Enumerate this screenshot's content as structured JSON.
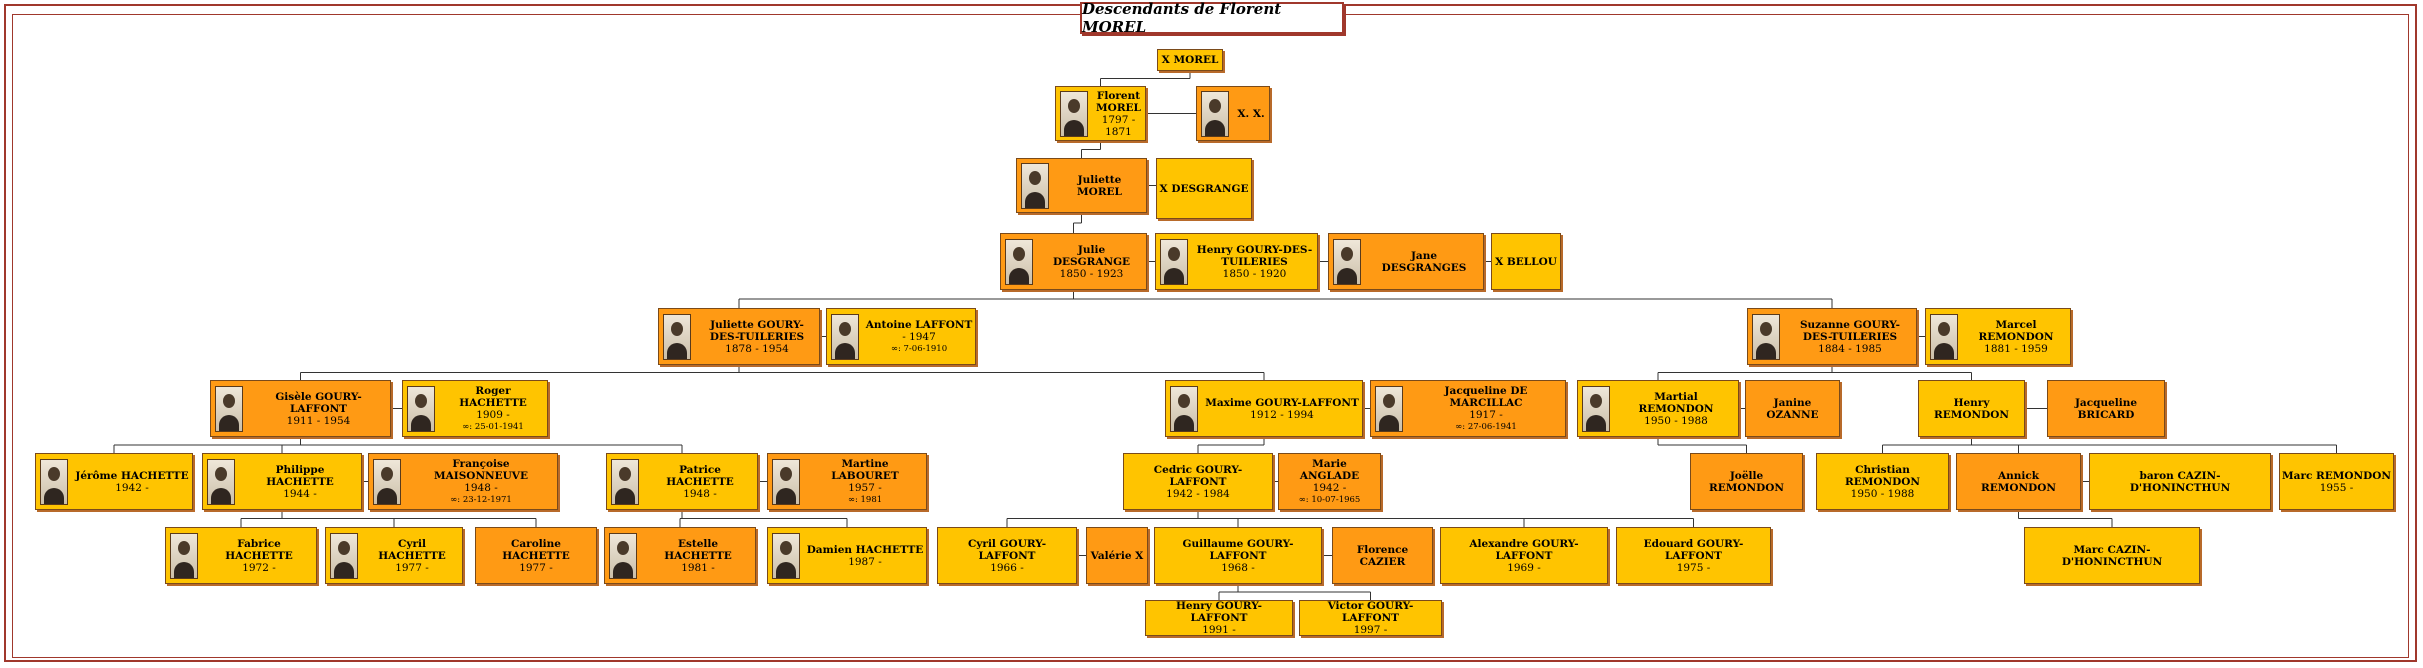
{
  "title": "Descendants de Florent MOREL",
  "colors": {
    "frame": "#a0382c",
    "yellow": "#ffc400",
    "orange": "#ff9a14",
    "line": "#333333"
  },
  "people": [
    {
      "id": "xmorel",
      "name": "X MOREL",
      "dates": "",
      "married": "",
      "photo": false,
      "color": "yellow"
    },
    {
      "id": "florent",
      "name": "Florent MOREL",
      "dates": "1797 - 1871",
      "married": "",
      "photo": true,
      "color": "yellow"
    },
    {
      "id": "xx",
      "name": "X. X.",
      "dates": "",
      "married": "",
      "photo": true,
      "color": "orange"
    },
    {
      "id": "juliette_morel",
      "name": "Juliette MOREL",
      "dates": "",
      "married": "",
      "photo": true,
      "color": "orange"
    },
    {
      "id": "x_desgrange",
      "name": "X DESGRANGE",
      "dates": "",
      "married": "",
      "photo": false,
      "color": "yellow"
    },
    {
      "id": "julie_desgrange",
      "name": "Julie DESGRANGE",
      "dates": "1850 - 1923",
      "married": "",
      "photo": true,
      "color": "orange"
    },
    {
      "id": "henry_gd",
      "name": "Henry GOURY-DES-TUILERIES",
      "dates": "1850 - 1920",
      "married": "",
      "photo": true,
      "color": "yellow"
    },
    {
      "id": "jane_desgranges",
      "name": "Jane DESGRANGES",
      "dates": "",
      "married": "",
      "photo": true,
      "color": "orange"
    },
    {
      "id": "x_bellou",
      "name": "X BELLOU",
      "dates": "",
      "married": "",
      "photo": false,
      "color": "yellow"
    },
    {
      "id": "juliette_gd",
      "name": "Juliette GOURY-DES-TUILERIES",
      "dates": "1878 - 1954",
      "married": "",
      "photo": true,
      "color": "orange"
    },
    {
      "id": "antoine_laffont",
      "name": "Antoine LAFFONT",
      "dates": "- 1947",
      "married": "∞: 7-06-1910",
      "photo": true,
      "color": "yellow"
    },
    {
      "id": "suzanne_gd",
      "name": "Suzanne GOURY-DES-TUILERIES",
      "dates": "1884 - 1985",
      "married": "",
      "photo": true,
      "color": "orange"
    },
    {
      "id": "marcel_remondon",
      "name": "Marcel REMONDON",
      "dates": "1881 - 1959",
      "married": "",
      "photo": true,
      "color": "yellow"
    },
    {
      "id": "gisele",
      "name": "Gisèle GOURY-LAFFONT",
      "dates": "1911 - 1954",
      "married": "",
      "photo": true,
      "color": "orange"
    },
    {
      "id": "roger_hachette",
      "name": "Roger HACHETTE",
      "dates": "1909 -",
      "married": "∞: 25-01-1941",
      "photo": true,
      "color": "yellow"
    },
    {
      "id": "maxime",
      "name": "Maxime GOURY-LAFFONT",
      "dates": "1912 - 1994",
      "married": "",
      "photo": true,
      "color": "yellow"
    },
    {
      "id": "jacqueline_marcillac",
      "name": "Jacqueline DE MARCILLAC",
      "dates": "1917 -",
      "married": "∞: 27-06-1941",
      "photo": true,
      "color": "orange"
    },
    {
      "id": "martial_remondon",
      "name": "Martial REMONDON",
      "dates": "1950 - 1988",
      "married": "",
      "photo": true,
      "color": "yellow"
    },
    {
      "id": "janine_ozanne",
      "name": "Janine OZANNE",
      "dates": "",
      "married": "",
      "photo": false,
      "color": "orange"
    },
    {
      "id": "henry_remondon",
      "name": "Henry REMONDON",
      "dates": "",
      "married": "",
      "photo": false,
      "color": "yellow"
    },
    {
      "id": "jacqueline_bricard",
      "name": "Jacqueline BRICARD",
      "dates": "",
      "married": "",
      "photo": false,
      "color": "orange"
    },
    {
      "id": "jerome",
      "name": "Jérôme HACHETTE",
      "dates": "1942 -",
      "married": "",
      "photo": true,
      "color": "yellow"
    },
    {
      "id": "philippe",
      "name": "Philippe HACHETTE",
      "dates": "1944 -",
      "married": "",
      "photo": true,
      "color": "yellow"
    },
    {
      "id": "francoise",
      "name": "Françoise MAISONNEUVE",
      "dates": "1948 -",
      "married": "∞: 23-12-1971",
      "photo": true,
      "color": "orange"
    },
    {
      "id": "patrice",
      "name": "Patrice HACHETTE",
      "dates": "1948 -",
      "married": "",
      "photo": true,
      "color": "yellow"
    },
    {
      "id": "martine",
      "name": "Martine LABOURET",
      "dates": "1957 -",
      "married": "∞: 1981",
      "photo": true,
      "color": "orange"
    },
    {
      "id": "cedric",
      "name": "Cedric GOURY-LAFFONT",
      "dates": "1942 - 1984",
      "married": "",
      "photo": false,
      "color": "yellow"
    },
    {
      "id": "marie_anglade",
      "name": "Marie ANGLADE",
      "dates": "1942 -",
      "married": "∞: 10-07-1965",
      "photo": false,
      "color": "orange"
    },
    {
      "id": "joelle",
      "name": "Joëlle REMONDON",
      "dates": "",
      "married": "",
      "photo": false,
      "color": "orange"
    },
    {
      "id": "christian",
      "name": "Christian REMONDON",
      "dates": "1950 - 1988",
      "married": "",
      "photo": false,
      "color": "yellow"
    },
    {
      "id": "annick",
      "name": "Annick REMONDON",
      "dates": "",
      "married": "",
      "photo": false,
      "color": "orange"
    },
    {
      "id": "baron",
      "name": "baron CAZIN-D'HONINCTHUN",
      "dates": "",
      "married": "",
      "photo": false,
      "color": "yellow"
    },
    {
      "id": "marc_remondon",
      "name": "Marc REMONDON",
      "dates": "1955 -",
      "married": "",
      "photo": false,
      "color": "yellow"
    },
    {
      "id": "fabrice",
      "name": "Fabrice HACHETTE",
      "dates": "1972 -",
      "married": "",
      "photo": true,
      "color": "yellow"
    },
    {
      "id": "cyril_h",
      "name": "Cyril HACHETTE",
      "dates": "1977 -",
      "married": "",
      "photo": true,
      "color": "yellow"
    },
    {
      "id": "caroline",
      "name": "Caroline HACHETTE",
      "dates": "1977 -",
      "married": "",
      "photo": false,
      "color": "orange"
    },
    {
      "id": "estelle",
      "name": "Estelle HACHETTE",
      "dates": "1981 -",
      "married": "",
      "photo": true,
      "color": "orange"
    },
    {
      "id": "damien",
      "name": "Damien HACHETTE",
      "dates": "1987 -",
      "married": "",
      "photo": true,
      "color": "yellow"
    },
    {
      "id": "cyril_gl",
      "name": "Cyril GOURY-LAFFONT",
      "dates": "1966 -",
      "married": "",
      "photo": false,
      "color": "yellow"
    },
    {
      "id": "valerie",
      "name": "Valérie X",
      "dates": "",
      "married": "",
      "photo": false,
      "color": "orange"
    },
    {
      "id": "guillaume",
      "name": "Guillaume GOURY-LAFFONT",
      "dates": "1968 -",
      "married": "",
      "photo": false,
      "color": "yellow"
    },
    {
      "id": "florence",
      "name": "Florence CAZIER",
      "dates": "",
      "married": "",
      "photo": false,
      "color": "orange"
    },
    {
      "id": "alexandre",
      "name": "Alexandre GOURY-LAFFONT",
      "dates": "1969 -",
      "married": "",
      "photo": false,
      "color": "yellow"
    },
    {
      "id": "edouard",
      "name": "Edouard GOURY-LAFFONT",
      "dates": "1975 -",
      "married": "",
      "photo": false,
      "color": "yellow"
    },
    {
      "id": "marc_cazin",
      "name": "Marc CAZIN-D'HONINCTHUN",
      "dates": "",
      "married": "",
      "photo": false,
      "color": "yellow"
    },
    {
      "id": "henry_gl",
      "name": "Henry GOURY-LAFFONT",
      "dates": "1991 -",
      "married": "",
      "photo": false,
      "color": "yellow"
    },
    {
      "id": "victor",
      "name": "Victor GOURY-LAFFONT",
      "dates": "1997 -",
      "married": "",
      "photo": false,
      "color": "yellow"
    }
  ],
  "couples": [
    [
      "florent",
      "xx"
    ],
    [
      "juliette_morel",
      "x_desgrange"
    ],
    [
      "julie_desgrange",
      "henry_gd"
    ],
    [
      "henry_gd",
      "jane_desgranges"
    ],
    [
      "jane_desgranges",
      "x_bellou"
    ],
    [
      "juliette_gd",
      "antoine_laffont"
    ],
    [
      "suzanne_gd",
      "marcel_remondon"
    ],
    [
      "gisele",
      "roger_hachette"
    ],
    [
      "maxime",
      "jacqueline_marcillac"
    ],
    [
      "martial_remondon",
      "janine_ozanne"
    ],
    [
      "henry_remondon",
      "jacqueline_bricard"
    ],
    [
      "philippe",
      "francoise"
    ],
    [
      "patrice",
      "martine"
    ],
    [
      "cedric",
      "marie_anglade"
    ],
    [
      "annick",
      "baron"
    ],
    [
      "cyril_gl",
      "valerie"
    ],
    [
      "guillaume",
      "florence"
    ]
  ],
  "descents": [
    {
      "from": "xmorel",
      "children": [
        "florent"
      ]
    },
    {
      "from": "florent",
      "children": [
        "juliette_morel"
      ]
    },
    {
      "from": "juliette_morel",
      "children": [
        "julie_desgrange"
      ]
    },
    {
      "from": "julie_desgrange",
      "children": [
        "juliette_gd",
        "suzanne_gd"
      ]
    },
    {
      "from": "juliette_gd",
      "children": [
        "gisele",
        "maxime"
      ]
    },
    {
      "from": "suzanne_gd",
      "children": [
        "martial_remondon",
        "henry_remondon"
      ]
    },
    {
      "from": "gisele",
      "children": [
        "jerome",
        "philippe",
        "patrice"
      ]
    },
    {
      "from": "philippe",
      "children": [
        "fabrice",
        "cyril_h",
        "caroline"
      ]
    },
    {
      "from": "patrice",
      "children": [
        "estelle",
        "damien"
      ]
    },
    {
      "from": "maxime",
      "children": [
        "cedric"
      ]
    },
    {
      "from": "cedric",
      "children": [
        "cyril_gl",
        "guillaume",
        "alexandre",
        "edouard"
      ]
    },
    {
      "from": "guillaume",
      "children": [
        "henry_gl",
        "victor"
      ]
    },
    {
      "from": "martial_remondon",
      "children": [
        "joelle"
      ]
    },
    {
      "from": "henry_remondon",
      "children": [
        "christian",
        "annick",
        "marc_remondon"
      ]
    },
    {
      "from": "annick",
      "children": [
        "marc_cazin"
      ]
    }
  ]
}
